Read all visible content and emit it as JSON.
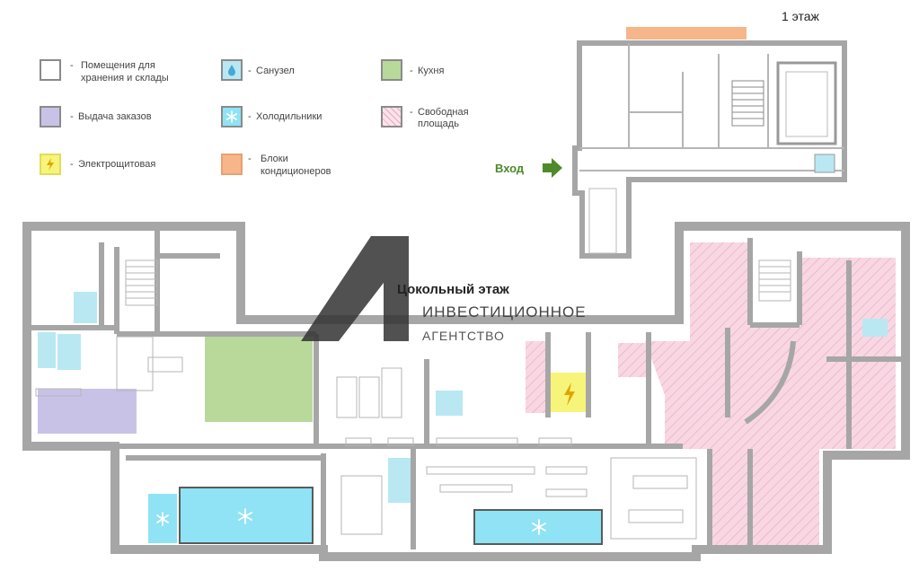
{
  "title_first_floor": "1 этаж",
  "entry_label": "Вход",
  "watermark": {
    "floor_label": "Цокольный этаж",
    "agency_name": "ИНВЕСТИЦИОННОЕ",
    "agency_sub": "АГЕНТСТВО"
  },
  "legend": [
    {
      "key": "storage",
      "line1": "Помещения для",
      "line2": "хранения и склады",
      "color": "#ffffff"
    },
    {
      "key": "bathroom",
      "line1": "Санузел",
      "line2": "",
      "color": "#b9e8f3"
    },
    {
      "key": "kitchen",
      "line1": "Кухня",
      "line2": "",
      "color": "#b9d99b"
    },
    {
      "key": "orders",
      "line1": "Выдача заказов",
      "line2": "",
      "color": "#c8c3e6"
    },
    {
      "key": "fridges",
      "line1": "Холодильники",
      "line2": "",
      "color": "#8fe3f5"
    },
    {
      "key": "free",
      "line1": "Свободная",
      "line2": "площадь",
      "color": "#f8d7e3"
    },
    {
      "key": "electric",
      "line1": "Электрощитовая",
      "line2": "",
      "color": "#f7f47a"
    },
    {
      "key": "ac",
      "line1": "Блоки",
      "line2": "кондиционеров",
      "color": "#f6b68a"
    }
  ],
  "icons": {
    "bathroom": "water-drop-icon",
    "fridge": "snowflake-icon",
    "electric": "lightning-icon",
    "entry_arrow": "arrow-right-icon"
  },
  "colors": {
    "wall": "#a6a6a6",
    "kitchen": "#b9d99b",
    "orders": "#c8c3e6",
    "fridge": "#8fe3f5",
    "electric": "#f7f47a",
    "ac": "#f6b68a",
    "free_base": "#f8d7e3",
    "entry": "#4e8a2a"
  }
}
